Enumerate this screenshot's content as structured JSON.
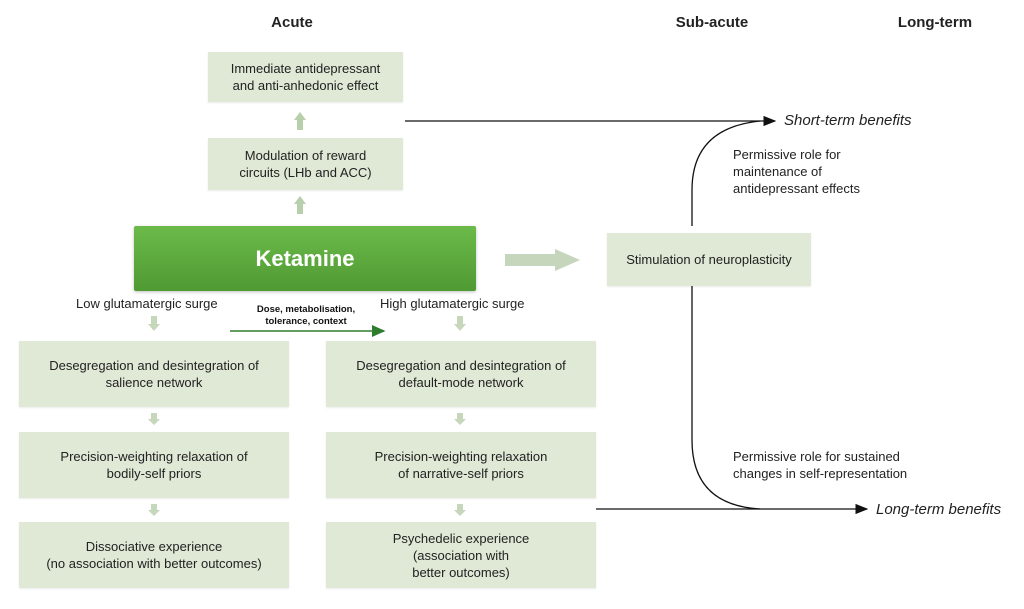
{
  "headers": {
    "acute": "Acute",
    "subacute": "Sub-acute",
    "longterm": "Long-term"
  },
  "top_boxes": {
    "immediate": "Immediate antidepressant\nand anti-anhedonic effect",
    "modulation": "Modulation of reward\ncircuits (LHb and ACC)"
  },
  "ketamine": "Ketamine",
  "neuroplasticity": "Stimulation of neuroplasticity",
  "surge": {
    "low": "Low glutamatergic surge",
    "high": "High glutamatergic surge",
    "modifiers": "Dose, metabolisation,\ntolerance, context"
  },
  "left_column": [
    "Desegregation and desintegration of\nsalience network",
    "Precision-weighting relaxation of\nbodily-self priors",
    "Dissociative experience\n(no association with better outcomes)"
  ],
  "right_column": [
    "Desegregation and desintegration of\ndefault-mode network",
    "Precision-weighting relaxation\nof narrative-self priors",
    "Psychedelic experience\n(association with\nbetter outcomes)"
  ],
  "notes": {
    "permissive_short": "Permissive role for\nmaintenance of\nantidepressant effects",
    "permissive_long": "Permissive role for sustained\nchanges in self-representation"
  },
  "outcomes": {
    "short": "Short-term benefits",
    "long": "Long-term benefits"
  }
}
